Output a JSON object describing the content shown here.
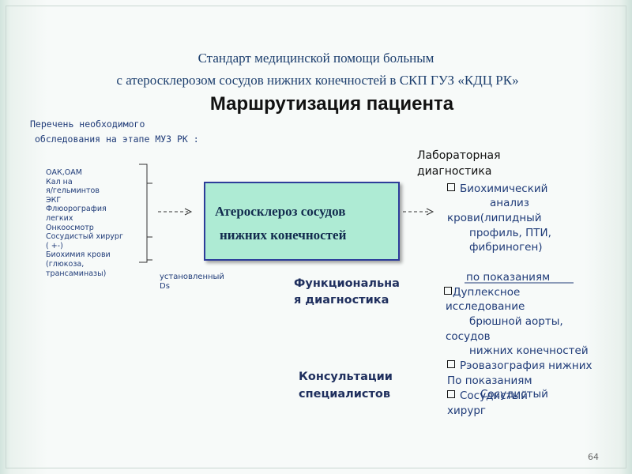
{
  "title": {
    "line1": "Стандарт медицинской помощи больным",
    "line2": "с атеросклерозом сосудов нижних конечностей  в СКП ГУЗ «КДЦ РК»",
    "main": "Маршрутизация пациента"
  },
  "exam": {
    "heading1": "Перечень необходимого",
    "heading2": "обследования на  этапе МУЗ РК :",
    "items": [
      "ОАК,ОАМ",
      "Кал на",
      "я/гельминтов",
      "ЭКГ",
      "Флюорография",
      "легких",
      "Онкоосмотр",
      "Сосудистый хирург",
      "( +-)",
      "Биохимия крови",
      "(глюкоза,",
      "трансаминазы)"
    ],
    "diagnosis_label1": "установленный",
    "diagnosis_label2": "Ds"
  },
  "center_box": {
    "line1": "Атеросклероз сосудов",
    "line2": "нижних конечностей"
  },
  "lab": {
    "heading1": "Лабораторная",
    "heading2": "диагностика",
    "lines": [
      "Биохимический",
      "анализ",
      "крови(липидный",
      "профиль, ПТИ,",
      "фибриноген)"
    ]
  },
  "func": {
    "heading1": "Функциональна",
    "heading2": "я диагностика",
    "indication": "по показаниям",
    "lines": [
      "Дуплексное",
      "исследование",
      "брюшной аорты,",
      "сосудов",
      "нижних конечностей",
      "Рэовазография нижних",
      "По показаниям"
    ]
  },
  "consult": {
    "heading1": "Консультации",
    "heading2": "специалистов",
    "overlay": "Сосудистый",
    "line1": "Сосудистый",
    "line2": "хирург"
  },
  "page_number": "64",
  "colors": {
    "box_fill": "#aeebd4",
    "box_border": "#2d3d9a",
    "title": "#1d3f6e",
    "text": "#1f3b78"
  }
}
